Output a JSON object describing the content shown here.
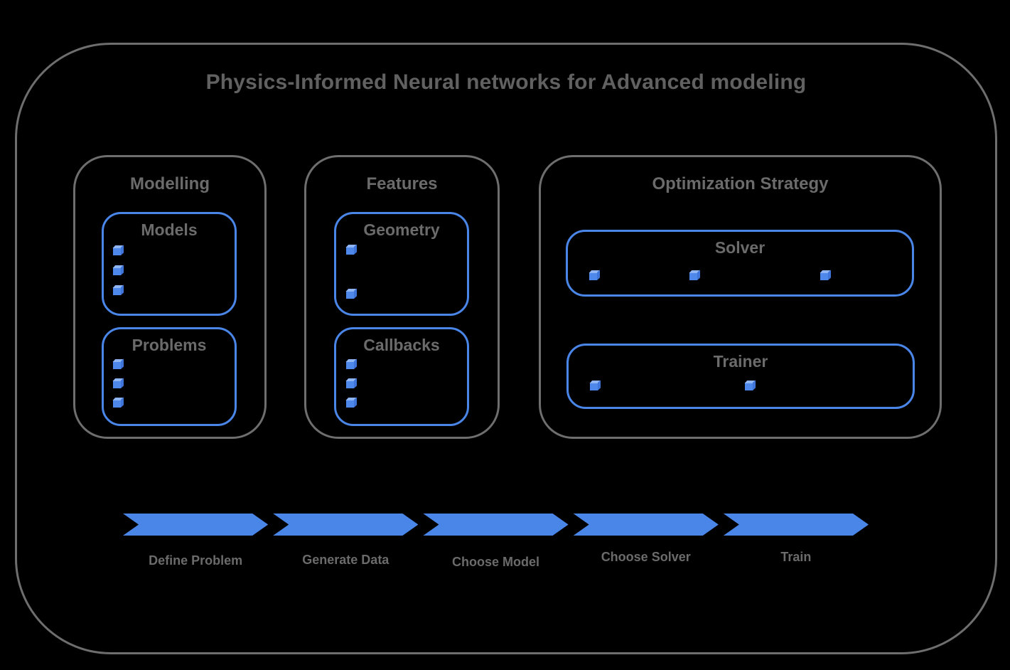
{
  "title": "Physics-Informed Neural networks for Advanced modeling",
  "colors": {
    "background": "#000000",
    "frame_gray": "#6e6e6e",
    "text_gray": "#6b6b6b",
    "accent_blue": "#4a86e8",
    "cube_top_blue": "#8fb5f4",
    "cube_side_blue": "#3f74d8"
  },
  "groups": {
    "modelling": {
      "label": "Modelling",
      "models": {
        "label": "Models",
        "cube_count": 3
      },
      "problems": {
        "label": "Problems",
        "cube_count": 3
      }
    },
    "features": {
      "label": "Features",
      "geometry": {
        "label": "Geometry",
        "cube_count": 2
      },
      "callbacks": {
        "label": "Callbacks",
        "cube_count": 3
      }
    },
    "optimization": {
      "label": "Optimization Strategy",
      "solver": {
        "label": "Solver",
        "cube_count": 3
      },
      "trainer": {
        "label": "Trainer",
        "cube_count": 2
      }
    }
  },
  "flow": {
    "steps": [
      {
        "label": "Define Problem"
      },
      {
        "label": "Generate Data"
      },
      {
        "label": "Choose Model"
      },
      {
        "label": "Choose Solver"
      },
      {
        "label": "Train"
      }
    ]
  }
}
